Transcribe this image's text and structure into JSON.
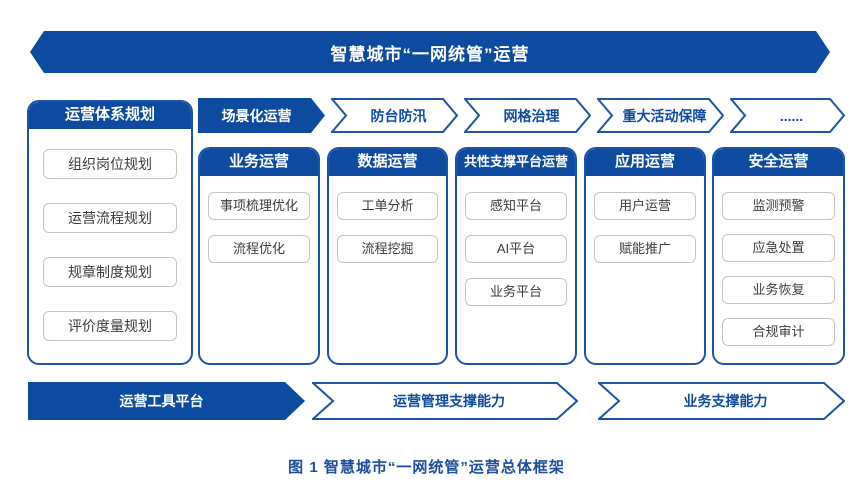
{
  "colors": {
    "primary_blue": "#0C4B9F",
    "outline_blue": "#1C55A7",
    "item_border_gray": "#C4C4C4",
    "item_text": "#3C3C3C",
    "caption_blue": "#1B4E9B"
  },
  "banner": {
    "title": "智慧城市“一网统管”运营"
  },
  "sidebar": {
    "header": "运营体系规划",
    "items": [
      "组织岗位规划",
      "运营流程规划",
      "规章制度规划",
      "评价度量规划"
    ]
  },
  "scenario_row": {
    "lead": "场景化运营",
    "items": [
      "防台防汛",
      "网格治理",
      "重大活动保障",
      "......"
    ]
  },
  "columns": [
    {
      "header": "业务运营",
      "items": [
        "事项梳理优化",
        "流程优化"
      ]
    },
    {
      "header": "数据运营",
      "items": [
        "工单分析",
        "流程挖掘"
      ]
    },
    {
      "header": "共性支撑平台运营",
      "items": [
        "感知平台",
        "AI平台",
        "业务平台"
      ]
    },
    {
      "header": "应用运营",
      "items": [
        "用户运营",
        "赋能推广"
      ]
    },
    {
      "header": "安全运营",
      "items": [
        "监测预警",
        "应急处置",
        "业务恢复",
        "合规审计"
      ]
    }
  ],
  "bottom_row": {
    "lead": "运营工具平台",
    "items": [
      "运营管理支撑能力",
      "业务支撑能力"
    ]
  },
  "caption": "图 1 智慧城市“一网统管”运营总体框架"
}
